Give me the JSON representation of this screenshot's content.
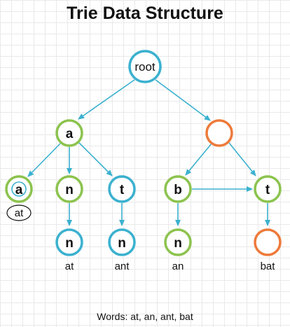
{
  "title": "Trie Data Structure",
  "colors": {
    "blue": "#3bb1cf",
    "green": "#8cc34e",
    "orange": "#ee7a3b",
    "edge": "#3bb1cf",
    "text": "#111111"
  },
  "nodes": {
    "root": {
      "label": "root"
    },
    "a": {
      "label": "a"
    },
    "empty": {
      "label": ""
    },
    "a_at": {
      "label": "a",
      "tag": "at"
    },
    "n1": {
      "label": "n"
    },
    "t1": {
      "label": "t"
    },
    "b": {
      "label": "b"
    },
    "t2": {
      "label": "t"
    },
    "n_at": {
      "label": "n"
    },
    "n_ant": {
      "label": "n"
    },
    "n_an": {
      "label": "n"
    },
    "end_bat": {
      "label": ""
    }
  },
  "words": {
    "at": "at",
    "ant": "ant",
    "an": "an",
    "bat": "bat"
  },
  "footer": "Words: at, an, ant, bat"
}
